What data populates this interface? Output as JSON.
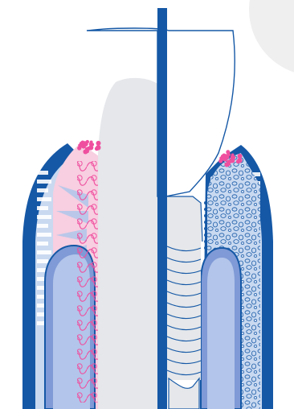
{
  "diagram": {
    "subject": "tooth-vs-implant-cross-section",
    "panels": [
      "natural-tooth",
      "dental-implant"
    ],
    "colors": {
      "gingiva_blue": "#1558a6",
      "gingiva_light": "#c9d9f0",
      "bone_mid": "#7f9ad6",
      "bone_light": "#b3c5ea",
      "soft_tissue_pink": "#f7cfe0",
      "fiber_pink": "#ef4f9f",
      "crown_outline": "#1558a6",
      "tooth_grey": "#e5e7ea",
      "background_circle": "#efefef"
    }
  }
}
